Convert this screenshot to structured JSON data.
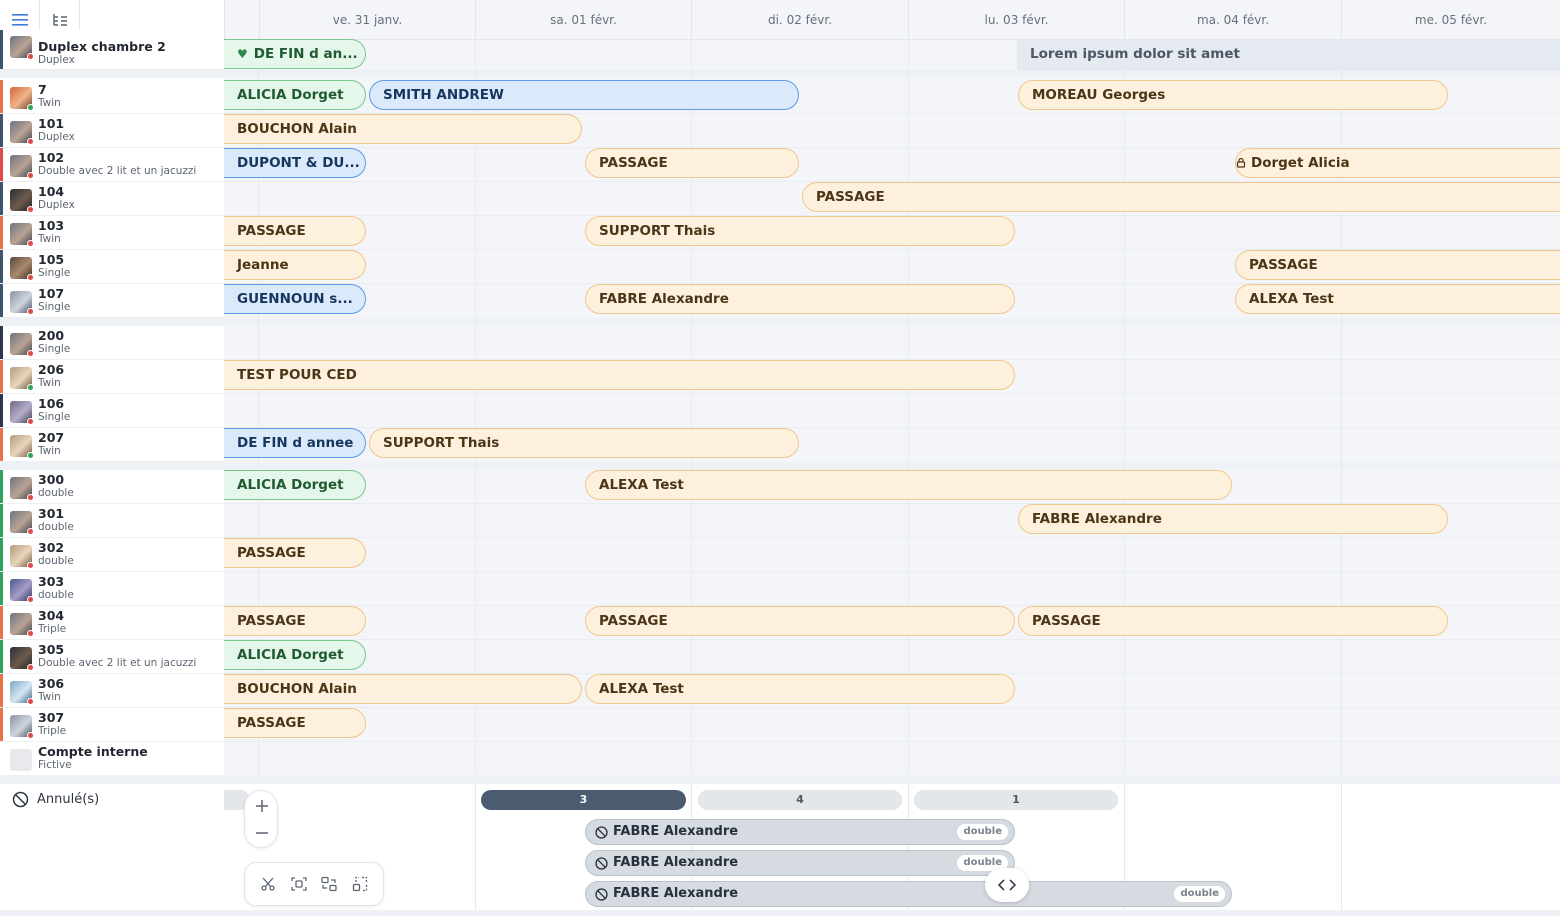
{
  "dates": [
    "ve. 31 janv.",
    "sa. 01 févr.",
    "di. 02 févr.",
    "lu. 03 févr.",
    "ma. 04 févr.",
    "me. 05 févr."
  ],
  "colors": {
    "accent": "#3c7bd6",
    "status_clean": "#2fa35b",
    "status_dirty": "#e04848"
  },
  "rooms": [
    {
      "num": "Duplex chambre 2",
      "type": "Duplex"
    },
    {
      "num": "7",
      "type": "Twin"
    },
    {
      "num": "101",
      "type": "Duplex"
    },
    {
      "num": "102",
      "type": "Double avec 2 lit et un jacuzzi"
    },
    {
      "num": "104",
      "type": "Duplex"
    },
    {
      "num": "103",
      "type": "Twin"
    },
    {
      "num": "105",
      "type": "Single"
    },
    {
      "num": "107",
      "type": "Single"
    },
    {
      "num": "200",
      "type": "Single"
    },
    {
      "num": "206",
      "type": "Twin"
    },
    {
      "num": "106",
      "type": "Single"
    },
    {
      "num": "207",
      "type": "Twin"
    },
    {
      "num": "300",
      "type": "double"
    },
    {
      "num": "301",
      "type": "double"
    },
    {
      "num": "302",
      "type": "double"
    },
    {
      "num": "303",
      "type": "double"
    },
    {
      "num": "304",
      "type": "Triple"
    },
    {
      "num": "305",
      "type": "Double avec 2 lit et un jacuzzi"
    },
    {
      "num": "306",
      "type": "Twin"
    },
    {
      "num": "307",
      "type": "Triple"
    },
    {
      "num": "Compte interne",
      "type": "Fictive"
    }
  ],
  "bookings": {
    "b0": "DE FIN d an...",
    "b1": "Lorem ipsum dolor sit amet",
    "b2": "ALICIA Dorget",
    "b3": "SMITH ANDREW",
    "b4": "MOREAU Georges",
    "b5": "BOUCHON Alain",
    "b6": "DUPONT & DU...",
    "b7": "PASSAGE",
    "b8": "Dorget Alicia",
    "b9": "PASSAGE",
    "b10": "PASSAGE",
    "b11": "SUPPORT Thais",
    "b12": "Jeanne",
    "b13": "PASSAGE",
    "b14": "GUENNOUN s...",
    "b15": "FABRE Alexandre",
    "b16": "ALEXA Test",
    "b17": "TEST POUR CED",
    "b18": "DE FIN d annee",
    "b19": "SUPPORT Thais",
    "b20": "ALICIA Dorget",
    "b21": "ALEXA Test",
    "b22": "FABRE Alexandre",
    "b23": "PASSAGE",
    "b24": "PASSAGE",
    "b25": "PASSAGE",
    "b26": "PASSAGE",
    "b27": "ALICIA Dorget",
    "b28": "BOUCHON Alain",
    "b29": "ALEXA Test",
    "b30": "PASSAGE"
  },
  "cancelled": {
    "label": "Annulé(s)",
    "counts": [
      "3",
      "4",
      "1"
    ],
    "items": [
      {
        "name": "FABRE Alexandre",
        "tag": "double"
      },
      {
        "name": "FABRE Alexandre",
        "tag": "double"
      },
      {
        "name": "FABRE Alexandre",
        "tag": "double"
      }
    ]
  },
  "icons": [
    "menu-icon",
    "tree-view-icon",
    "heart-icon",
    "lock-icon",
    "cancel-icon",
    "plus-icon",
    "minus-icon",
    "scissors-icon",
    "focus-icon",
    "swap-icon",
    "unlink-icon",
    "chevrons-left-right-icon"
  ]
}
